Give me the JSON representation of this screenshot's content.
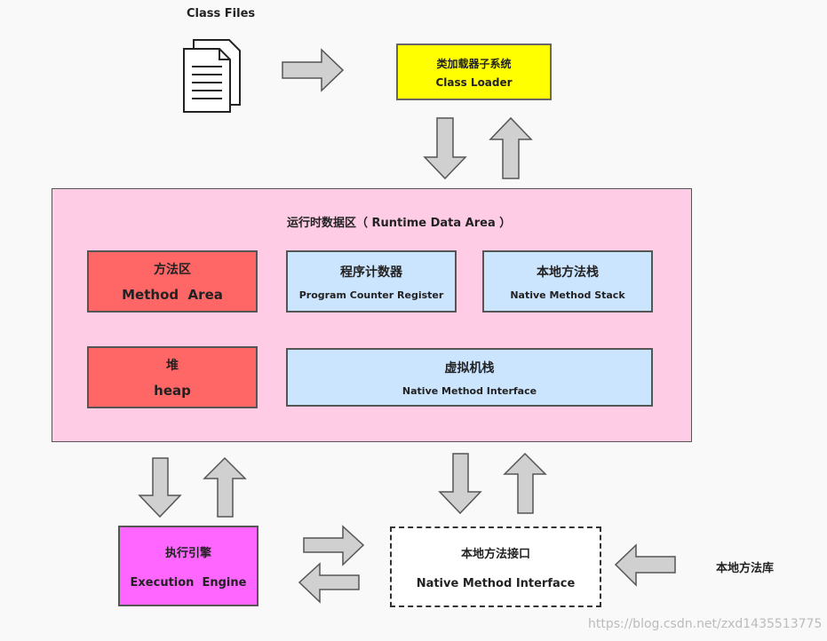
{
  "class_files": {
    "label": "Class Files"
  },
  "class_loader": {
    "line1": "类加载器子系统",
    "line2": "Class Loader"
  },
  "runtime_area": {
    "title": "运行时数据区（ Runtime Data Area ）",
    "method_area": {
      "line1": "方法区",
      "line2": "Method  Area"
    },
    "pc_register": {
      "line1": "程序计数器",
      "line2": "Program Counter Register"
    },
    "native_stack": {
      "line1": "本地方法栈",
      "line2": "Native Method Stack"
    },
    "heap": {
      "line1": "堆",
      "line2": "heap"
    },
    "vm_stack": {
      "line1": "虚拟机栈",
      "line2": "Native Method Interface"
    }
  },
  "execution_engine": {
    "line1": "执行引擎",
    "line2": "Execution  Engine"
  },
  "native_interface": {
    "line1": "本地方法接口",
    "line2": "Native Method Interface"
  },
  "native_library": {
    "label": "本地方法库"
  },
  "watermark": "https://blog.csdn.net/zxd1435513775",
  "colors": {
    "class_loader": "#ffff00",
    "runtime_area": "#ffcce6",
    "red_box": "#ff6666",
    "blue_box": "#cce5ff",
    "execution_engine": "#ff66ff",
    "arrow_fill": "#d0d0d0"
  }
}
